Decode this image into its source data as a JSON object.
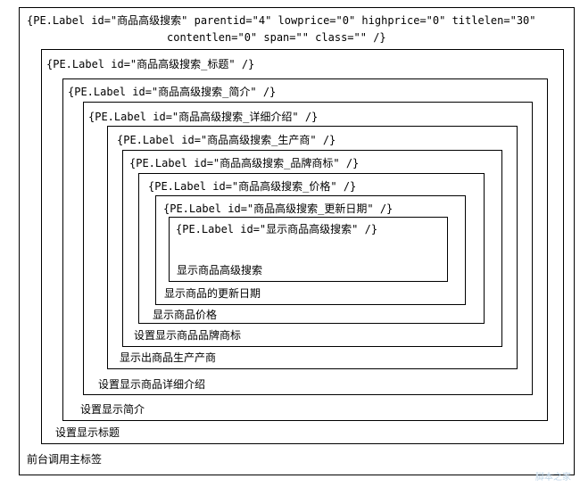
{
  "outer": {
    "tag_line1": "{PE.Label id=\"商品高级搜索\" parentid=\"4\" lowprice=\"0\" highprice=\"0\" titlelen=\"30\"",
    "tag_line2": "contentlen=\"0\" span=\"\" class=\"\" /}",
    "label": "前台调用主标签"
  },
  "boxes": [
    {
      "tag": "{PE.Label id=\"商品高级搜索_标题\" /}",
      "label": "设置显示标题"
    },
    {
      "tag": "{PE.Label id=\"商品高级搜索_简介\" /}",
      "label": "设置显示简介"
    },
    {
      "tag": "{PE.Label id=\"商品高级搜索_详细介绍\" /}",
      "label": "设置显示商品详细介绍"
    },
    {
      "tag": "{PE.Label id=\"商品高级搜索_生产商\" /}",
      "label": "显示出商品生产产商"
    },
    {
      "tag": "{PE.Label id=\"商品高级搜索_品牌商标\" /}",
      "label": "设置显示商品品牌商标"
    },
    {
      "tag": "{PE.Label id=\"商品高级搜索_价格\" /}",
      "label": "显示商品价格"
    },
    {
      "tag": "{PE.Label id=\"商品高级搜索_更新日期\" /}",
      "label": "显示商品的更新日期"
    },
    {
      "tag": "{PE.Label id=\"显示商品高级搜索\" /}",
      "label": "显示商品高级搜索"
    }
  ],
  "watermark": "脚本之家"
}
